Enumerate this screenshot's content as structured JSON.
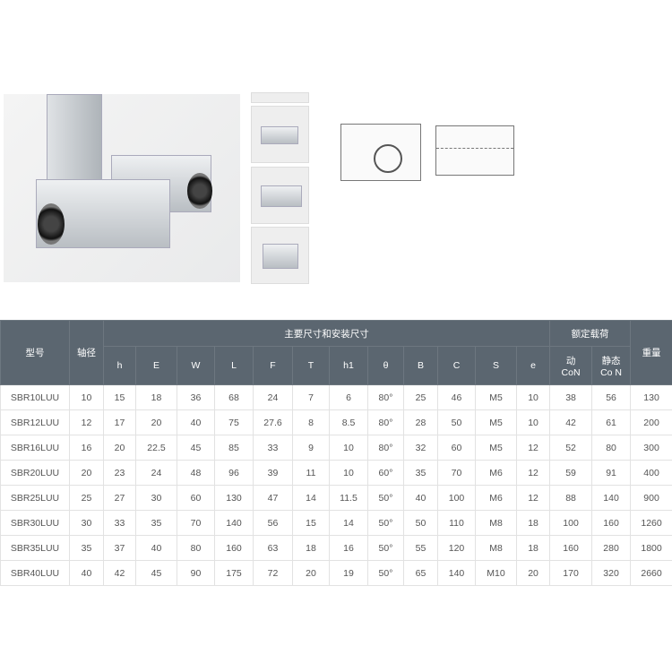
{
  "table": {
    "header_model": "型号",
    "header_shaft": "轴径",
    "header_dims": "主要尺寸和安装尺寸",
    "header_load": "额定载荷",
    "header_weight": "重量",
    "dim_cols": [
      "h",
      "E",
      "W",
      "L",
      "F",
      "T",
      "h1",
      "θ",
      "B",
      "C",
      "S",
      "e"
    ],
    "load_cols": [
      {
        "l1": "动",
        "l2": "CoN"
      },
      {
        "l1": "静态",
        "l2": "Co N"
      }
    ],
    "rows": [
      [
        "SBR10LUU",
        "10",
        "15",
        "18",
        "36",
        "68",
        "24",
        "7",
        "6",
        "80°",
        "25",
        "46",
        "M5",
        "10",
        "38",
        "56",
        "130"
      ],
      [
        "SBR12LUU",
        "12",
        "17",
        "20",
        "40",
        "75",
        "27.6",
        "8",
        "8.5",
        "80°",
        "28",
        "50",
        "M5",
        "10",
        "42",
        "61",
        "200"
      ],
      [
        "SBR16LUU",
        "16",
        "20",
        "22.5",
        "45",
        "85",
        "33",
        "9",
        "10",
        "80°",
        "32",
        "60",
        "M5",
        "12",
        "52",
        "80",
        "300"
      ],
      [
        "SBR20LUU",
        "20",
        "23",
        "24",
        "48",
        "96",
        "39",
        "11",
        "10",
        "60°",
        "35",
        "70",
        "M6",
        "12",
        "59",
        "91",
        "400"
      ],
      [
        "SBR25LUU",
        "25",
        "27",
        "30",
        "60",
        "130",
        "47",
        "14",
        "11.5",
        "50°",
        "40",
        "100",
        "M6",
        "12",
        "88",
        "140",
        "900"
      ],
      [
        "SBR30LUU",
        "30",
        "33",
        "35",
        "70",
        "140",
        "56",
        "15",
        "14",
        "50°",
        "50",
        "110",
        "M8",
        "18",
        "100",
        "160",
        "1260"
      ],
      [
        "SBR35LUU",
        "35",
        "37",
        "40",
        "80",
        "160",
        "63",
        "18",
        "16",
        "50°",
        "55",
        "120",
        "M8",
        "18",
        "160",
        "280",
        "1800"
      ],
      [
        "SBR40LUU",
        "40",
        "42",
        "45",
        "90",
        "175",
        "72",
        "20",
        "19",
        "50°",
        "65",
        "140",
        "M10",
        "20",
        "170",
        "320",
        "2660"
      ]
    ]
  }
}
